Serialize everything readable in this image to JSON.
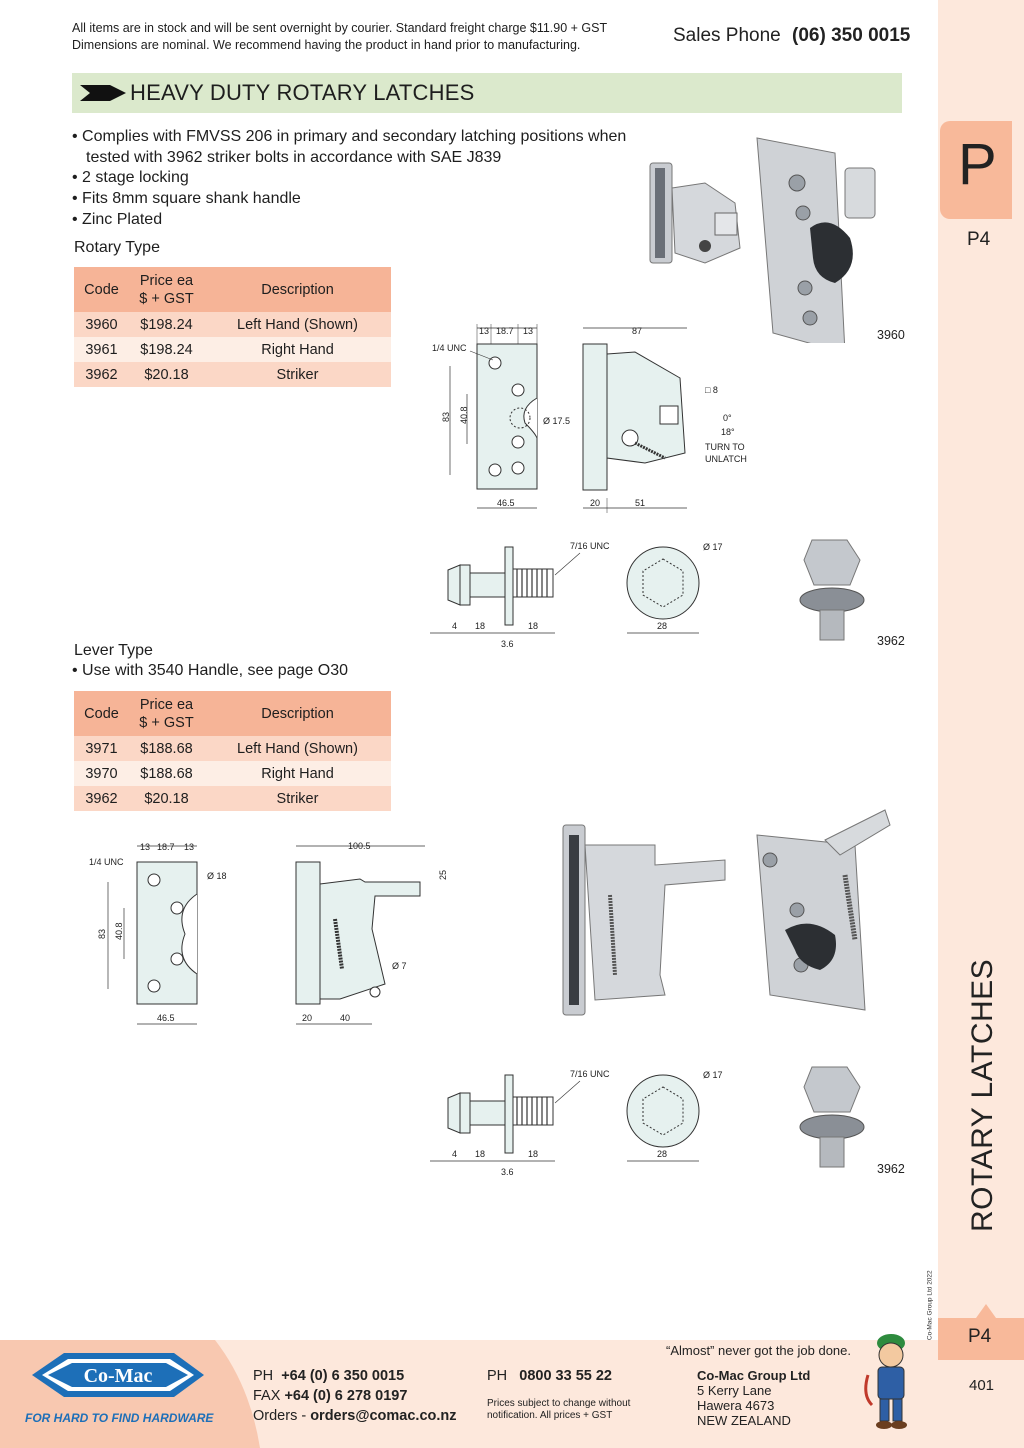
{
  "header": {
    "notice_line1": "All items are in stock and will be sent overnight by courier. Standard freight charge $11.90 + GST",
    "notice_line2": "Dimensions are nominal. We recommend having the product in hand prior to manufacturing.",
    "sales_label": "Sales Phone",
    "sales_number": "(06) 350 0015"
  },
  "section": {
    "title": "HEAVY DUTY ROTARY LATCHES",
    "bullets": [
      "• Complies with FMVSS 206 in primary and secondary latching positions when",
      "tested with 3962 striker bolts in accordance with SAE J839",
      "• 2 stage locking",
      "• Fits 8mm square shank handle",
      "• Zinc Plated"
    ]
  },
  "rotary": {
    "heading": "Rotary Type",
    "table": {
      "headers": [
        "Code",
        "Price ea",
        "$ + GST",
        "Description"
      ],
      "rows": [
        {
          "code": "3960",
          "price": "$198.24",
          "desc": "Left Hand (Shown)"
        },
        {
          "code": "3961",
          "price": "$198.24",
          "desc": "Right Hand"
        },
        {
          "code": "3962",
          "price": "$20.18",
          "desc": "Striker"
        }
      ]
    },
    "photo_label": "3960",
    "striker_label": "3962",
    "dims": {
      "unc": "1/4 UNC",
      "d13a": "13",
      "d187": "18.7",
      "d13b": "13",
      "d87": "87",
      "d83": "83",
      "d408": "40.8",
      "d175": "Ø 17.5",
      "sq8": "□ 8",
      "deg0": "0°",
      "deg18": "18°",
      "turn1": "TURN TO",
      "turn2": "UNLATCH",
      "d465": "46.5",
      "d20": "20",
      "d51": "51"
    }
  },
  "striker_dims": {
    "unc": "7/16 UNC",
    "dia": "Ø 17",
    "d4": "4",
    "d18a": "18",
    "d18b": "18",
    "d36": "3.6",
    "d28": "28"
  },
  "lever": {
    "heading": "Lever Type",
    "bullet": "• Use with 3540 Handle, see page O30",
    "table": {
      "headers": [
        "Code",
        "Price ea",
        "$ + GST",
        "Description"
      ],
      "rows": [
        {
          "code": "3971",
          "price": "$188.68",
          "desc": "Left Hand (Shown)"
        },
        {
          "code": "3970",
          "price": "$188.68",
          "desc": "Right Hand"
        },
        {
          "code": "3962",
          "price": "$20.18",
          "desc": "Striker"
        }
      ]
    },
    "striker_label": "3962",
    "dims": {
      "unc": "1/4 UNC",
      "d13a": "13",
      "d187": "18.7",
      "d13b": "13",
      "d18": "Ø 18",
      "d83": "83",
      "d408": "40.8",
      "d465": "46.5",
      "d1005": "100.5",
      "d25": "25",
      "d7": "Ø 7",
      "d20": "20",
      "d40": "40"
    }
  },
  "sidebar": {
    "tab_letter": "P",
    "tab_page": "P4",
    "vertical_title": "ROTARY LATCHES",
    "copyright": "© Co-Mac Group Ltd 2022",
    "bottom_tab": "P4",
    "page_number": "401"
  },
  "footer": {
    "logo_text": "Co-Mac",
    "tagline": "FOR HARD TO FIND HARDWARE",
    "ph_label": "PH",
    "ph_number": "+64 (0) 6 350 0015",
    "fax_label": "FAX",
    "fax_number": "+64 (0) 6 278 0197",
    "orders_label": "Orders -",
    "orders_email": "orders@comac.co.nz",
    "ph2_label": "PH",
    "ph2_number": "0800 33 55 22",
    "note1": "Prices subject to change without",
    "note2": "notification. All prices + GST",
    "company": "Co-Mac Group Ltd",
    "addr1": "5 Kerry Lane",
    "addr2": "Hawera 4673",
    "addr3": "NEW ZEALAND",
    "quote": "“Almost” never got the job done.",
    "colors": {
      "brand_blue": "#1d6fb8",
      "peach": "#fde8dc",
      "tab": "#f8b99a",
      "banner": "#dbe9cc"
    }
  }
}
